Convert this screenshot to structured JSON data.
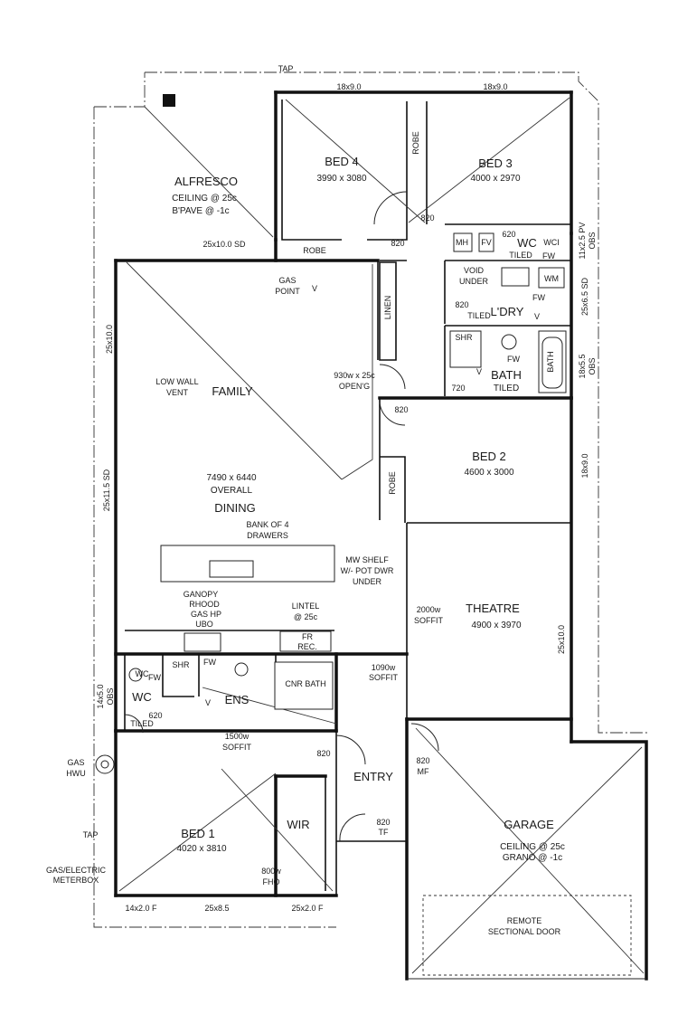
{
  "rooms": {
    "alfresco": {
      "name": "ALFRESCO",
      "line1": "CEILING @ 25c",
      "line2": "B'PAVE @ -1c"
    },
    "bed4": {
      "name": "BED 4",
      "size": "3990 x 3080"
    },
    "bed3": {
      "name": "BED 3",
      "size": "4000 x 2970"
    },
    "family": {
      "name": "FAMILY"
    },
    "dining": {
      "size": "7490 x 6440",
      "overall": "OVERALL",
      "name": "DINING"
    },
    "laundry": {
      "name": "L'DRY"
    },
    "bath": {
      "name": "BATH",
      "tiled": "TILED"
    },
    "bed2": {
      "name": "BED 2",
      "size": "4600 x 3000"
    },
    "theatre": {
      "name": "THEATRE",
      "size": "4900 x 3970"
    },
    "wc_upper": {
      "name": "WC",
      "tiled": "TILED"
    },
    "wc_lower": {
      "name": "WC",
      "tiled": "TILED"
    },
    "ens": {
      "name": "ENS"
    },
    "entry": {
      "name": "ENTRY"
    },
    "bed1": {
      "name": "BED 1",
      "size": "4020 x 3810"
    },
    "wir": {
      "name": "WIR"
    },
    "garage": {
      "name": "GARAGE",
      "line1": "CEILING @ 25c",
      "line2": "GRANO @ -1c"
    }
  },
  "notes": {
    "tap_top": "TAP",
    "top_dim1": "18x9.0",
    "top_dim2": "18x9.0",
    "robe_bed3": "ROBE",
    "robe_bed4": "ROBE",
    "robe_bed2": "ROBE",
    "linen": "LINEN",
    "alfresco_dim": "25x10.0 SD",
    "gas_point1": "GAS",
    "gas_point2": "POINT",
    "left_dim_top": "25x10.0",
    "low_wall1": "LOW WALL",
    "low_wall2": "VENT",
    "left_dim_mid": "25x11.5 SD",
    "opening1": "930w x 25c",
    "opening2": "OPEN'G",
    "bank1": "BANK OF 4",
    "bank2": "DRAWERS",
    "mw1": "MW SHELF",
    "mw2": "W/- POT DWR",
    "mw3": "UNDER",
    "canopy1": "GANOPY",
    "canopy2": "RHOOD",
    "canopy3": "GAS HP",
    "canopy4": "UBO",
    "lintel1": "LINTEL",
    "lintel2": "@ 25c",
    "fr": "FR",
    "rec": "REC.",
    "soffit2000a": "2000w",
    "soffit2000b": "SOFFIT",
    "soffit1090a": "1090w",
    "soffit1090b": "SOFFIT",
    "soffit1500a": "1500w",
    "soffit1500b": "SOFFIT",
    "mh": "MH",
    "fv": "FV",
    "wci": "WCI",
    "fw": "FW",
    "wm": "WM",
    "void1": "VOID",
    "void2": "UNDER",
    "tiled": "TILED",
    "shr": "SHR",
    "bath_fix": "BATH",
    "v": "V",
    "wc_fix": "WC",
    "cnr_bath": "CNR BATH",
    "d820a": "820",
    "d820b": "820",
    "d620a": "620",
    "d820c": "820",
    "d720": "720",
    "d820d": "820",
    "d620b": "620",
    "d820e": "820",
    "d820mf": "820",
    "mf": "MF",
    "d820tf": "820",
    "tf": "TF",
    "d800": "800w",
    "fho": "FHO",
    "right_dim1a": "11x2.5 PV",
    "right_dim1b": "OBS",
    "right_dim2": "25x6.5 SD",
    "right_dim3a": "18x5.5",
    "right_dim3b": "OBS",
    "right_dim4": "18x9.0",
    "right_dim5": "25x10.0",
    "left_dim_wca": "14x5.0",
    "left_dim_wcb": "OBS",
    "gas_hwu1": "GAS",
    "gas_hwu2": "HWU",
    "tap_left": "TAP",
    "meter1": "GAS/ELECTRIC",
    "meter2": "METERBOX",
    "bot_dim1": "14x2.0 F",
    "bot_dim2": "25x8.5",
    "bot_dim3": "25x2.0 F",
    "door1": "REMOTE",
    "door2": "SECTIONAL DOOR"
  }
}
